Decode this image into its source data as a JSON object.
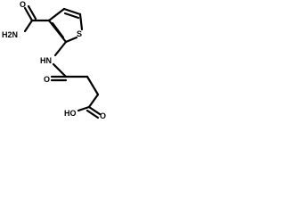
{
  "molecule": {
    "labels": {
      "amide_nh2": "H2N",
      "amide_o": "O",
      "thiophene_s": "S",
      "linker_nh": "HN",
      "keto_o": "O",
      "acid_o": "O",
      "acid_oh": "HO"
    }
  },
  "colors": {
    "bond": "#000000",
    "label": "#000000",
    "background": "#ffffff"
  }
}
